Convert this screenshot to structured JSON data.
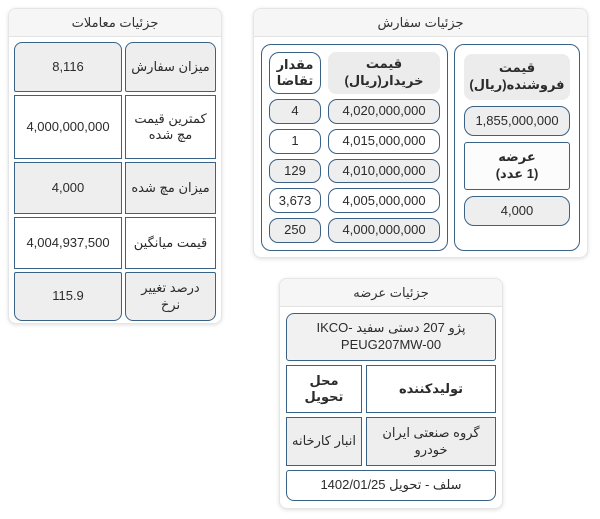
{
  "colors": {
    "cell_border": "#3a6186",
    "cell_gray": "#eeeeee",
    "title_bar": "#f6f6f6"
  },
  "trades_panel": {
    "title": "جزئیات معاملات",
    "rows": [
      {
        "label": "میزان سفارش",
        "value": "8,116"
      },
      {
        "label": "کمترین قیمت مچ شده",
        "value": "4,000,000,000"
      },
      {
        "label": "میزان مچ شده",
        "value": "4,000"
      },
      {
        "label": "قیمت میانگین",
        "value": "4,004,937,500"
      },
      {
        "label": "درصد تغییر نرخ",
        "value": "115.9"
      }
    ]
  },
  "orders_panel": {
    "title": "جزئیات سفارش",
    "buyer": {
      "qty_header": "مقدار تقاضا",
      "price_header": "قیمت خریدار(ریال)",
      "rows": [
        {
          "qty": "4",
          "price": "4,020,000,000"
        },
        {
          "qty": "1",
          "price": "4,015,000,000"
        },
        {
          "qty": "129",
          "price": "4,010,000,000"
        },
        {
          "qty": "3,673",
          "price": "4,005,000,000"
        },
        {
          "qty": "250",
          "price": "4,000,000,000"
        }
      ]
    },
    "seller": {
      "price_header": "قیمت فروشنده(ریال)",
      "price": "1,855,000,000",
      "supply_label": "عرضه",
      "supply_count": "(1 عدد)",
      "qty": "4,000"
    }
  },
  "supply_panel": {
    "title": "جزئیات عرضه",
    "product_line1": "پژو 207 دستی سفید -IKCO",
    "product_line2": "PEUG207MW-00",
    "producer_header": "تولیدکننده",
    "delivery_header": "محل تحویل",
    "producer": "گروه صنعتی ایران خودرو",
    "delivery": "انبار کارخانه",
    "contract": "سلف - تحویل 1402/01/25"
  }
}
